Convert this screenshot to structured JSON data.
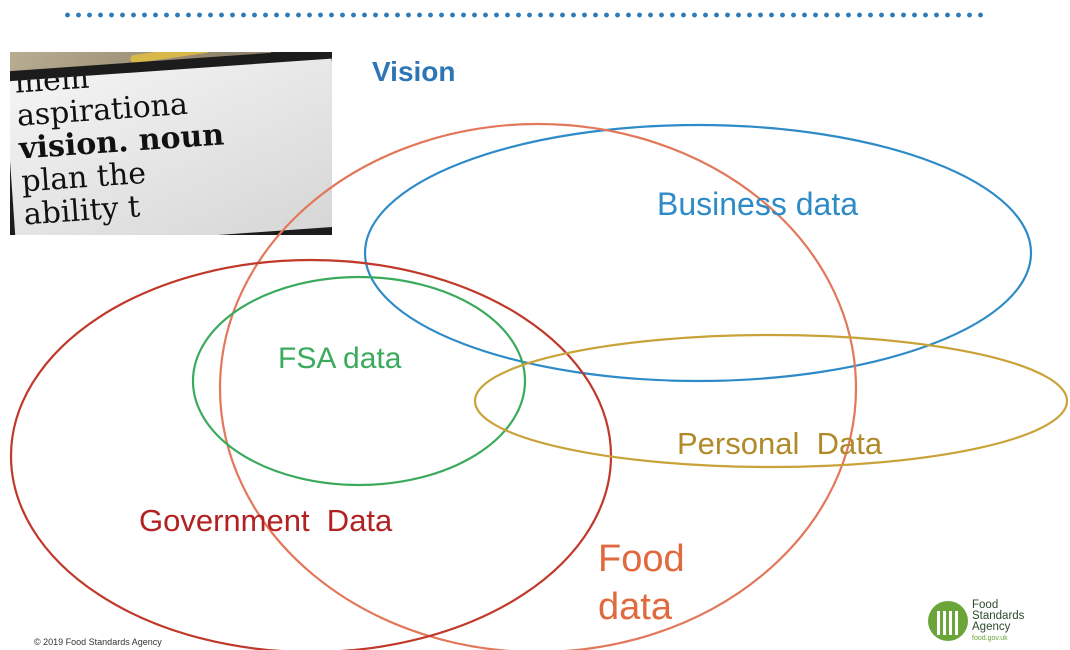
{
  "header": {
    "title": "Vision",
    "divider_color": "#2f7db8"
  },
  "photo": {
    "dictionary_lines": [
      "mem",
      "aspirationa",
      "vision. noun",
      "plan the",
      "ability t"
    ]
  },
  "venn": {
    "sets": [
      {
        "label": "Business data",
        "color": "#2e8bc7"
      },
      {
        "label": "Food data",
        "label_lines": [
          "Food",
          "data"
        ],
        "color": "#e2775a"
      },
      {
        "label": "Government  Data",
        "color": "#c0392b"
      },
      {
        "label": "FSA data",
        "color": "#3aaa5c"
      },
      {
        "label": "Personal  Data",
        "color": "#c9a33a"
      }
    ]
  },
  "footer": {
    "copyright": "© 2019 Food Standards Agency",
    "logo_lines": [
      "Food",
      "Standards",
      "Agency"
    ],
    "logo_sub": "food.gov.uk"
  }
}
